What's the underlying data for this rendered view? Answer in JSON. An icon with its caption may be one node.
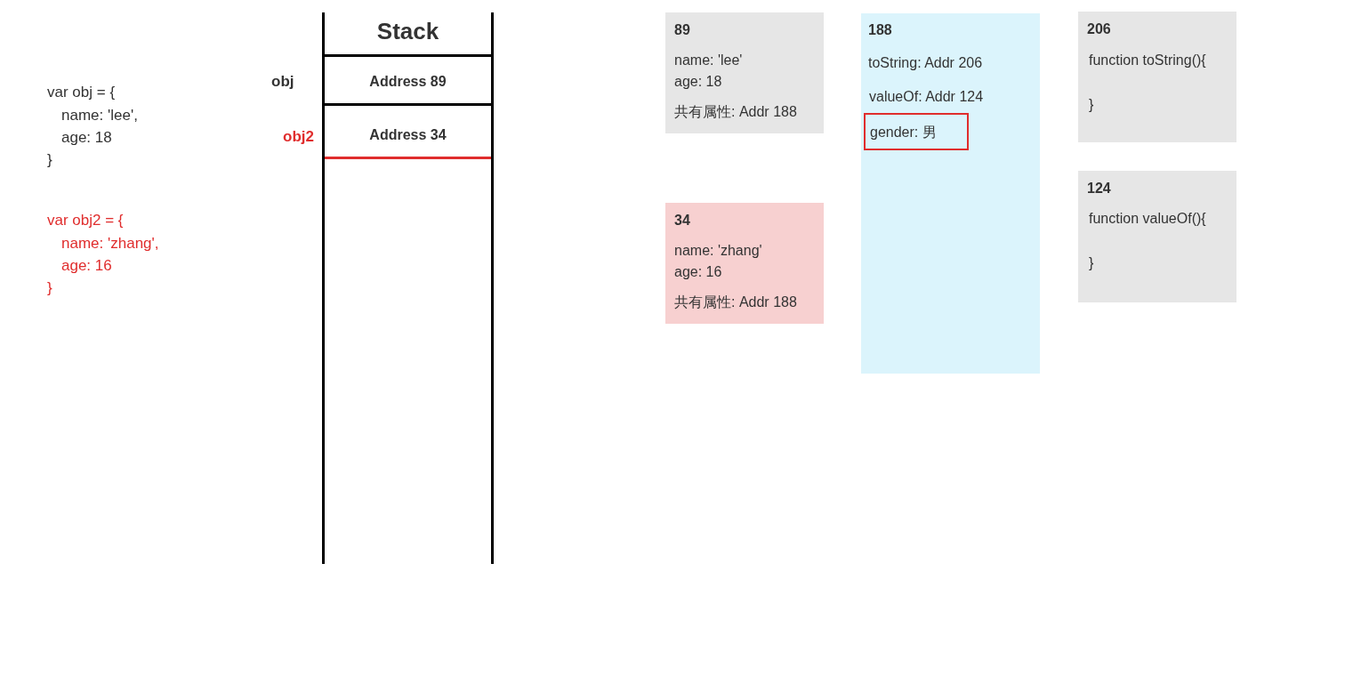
{
  "diagram": {
    "nodes": [
      {
        "text": [
          "Stack"
        ]
      },
      {
        "text": [
          "Address 89"
        ],
        "in": 0,
        "beside": [
          "obj"
        ]
      },
      {
        "text": [
          "Address 34"
        ],
        "in": 0,
        "beside": [
          "obj2"
        ]
      },
      {
        "text": [
          "89",
          "name: 'lee'",
          "age: 18",
          "共有属性: Addr 188"
        ]
      },
      {
        "text": [
          "34",
          "name: 'zhang'",
          "age: 16",
          "共有属性: Addr 188"
        ]
      },
      {
        "text": [
          "188",
          "toString: Addr 206",
          "valueOf: Addr 124"
        ]
      },
      {
        "text": [
          "gender: 男"
        ],
        "in": 5
      },
      {
        "text": [
          "206",
          "function toString(){",
          "}"
        ]
      },
      {
        "text": [
          "124",
          "function valueOf(){",
          "}"
        ]
      }
    ],
    "labels": [
      "var obj = {",
      "name: 'lee',",
      "age: 18",
      "}",
      "var obj2 = {",
      "name: 'zhang',",
      "age: 16",
      "}"
    ]
  }
}
